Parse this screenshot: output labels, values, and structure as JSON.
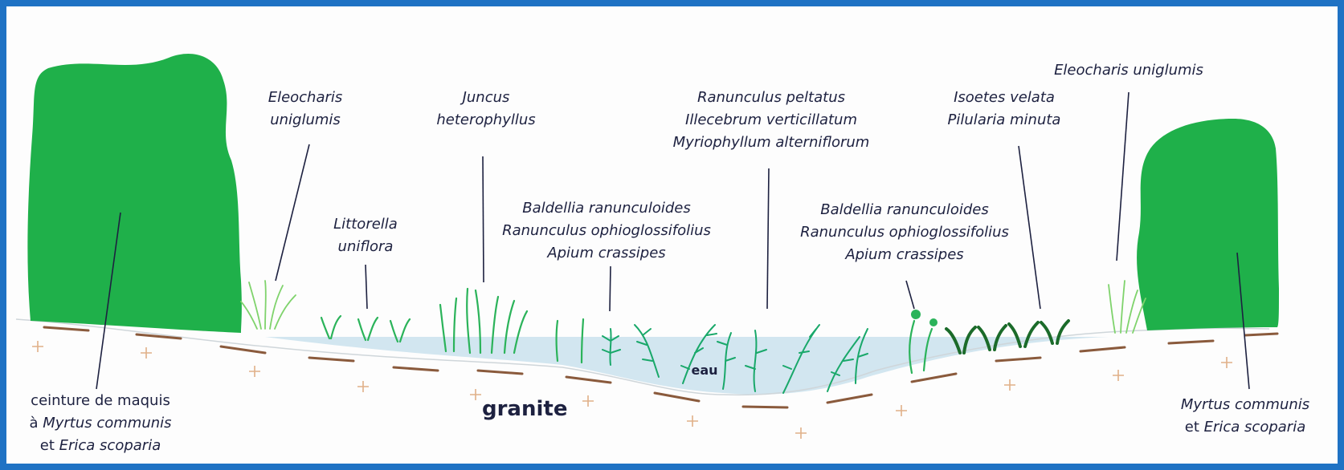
{
  "labels": {
    "eleocharis_left_1": "Eleocharis",
    "eleocharis_left_2": "uniglumis",
    "juncus_1": "Juncus",
    "juncus_2": "heterophyllus",
    "littorella_1": "Littorella",
    "littorella_2": "uniflora",
    "ranunculus_peltatus": "Ranunculus peltatus",
    "illecebrum": "Illecebrum verticillatum",
    "myriophyllum": "Myriophyllum alterniflorum",
    "baldellia_left": "Baldellia ranunculoides",
    "ranunculus_oph_left": "Ranunculus ophioglossifolius",
    "apium_left": "Apium crassipes",
    "baldellia_right": "Baldellia ranunculoides",
    "ranunculus_oph_right": "Ranunculus ophioglossifolius",
    "apium_right": "Apium crassipes",
    "isoetes": "Isoetes velata",
    "pilularia": "Pilularia minuta",
    "eleocharis_right": "Eleocharis uniglumis",
    "eau": "eau",
    "granite": "granite",
    "maquis_1": "ceinture de maquis",
    "maquis_2_prefix": "à ",
    "maquis_2_species": "Myrtus communis",
    "maquis_3_prefix": "et ",
    "maquis_3_species": "Erica scoparia",
    "myrtus_right_1": "Myrtus communis",
    "myrtus_right_2_prefix": "et ",
    "myrtus_right_2_species": "Erica scoparia"
  },
  "colors": {
    "frame": "#1f72c4",
    "shrub": "#1fb04a",
    "water": "#d2e6f0",
    "soil_dash": "#8a5a3c",
    "granite_cross": "#e0b088",
    "text": "#1d2140"
  }
}
